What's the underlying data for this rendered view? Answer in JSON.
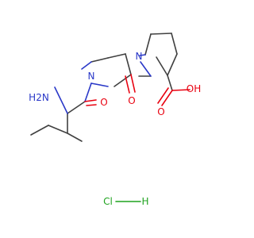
{
  "structure": {
    "atoms": {
      "amine": "H2N",
      "n_left": "N",
      "n_right": "N",
      "o_amide_left": "O",
      "o_amide_right": "O",
      "acid_o_double": "O",
      "acid_oh": "OH",
      "hcl_cl": "Cl",
      "hcl_h": "H"
    },
    "colors": {
      "carbon": "#404040",
      "nitrogen": "#2a38c8",
      "oxygen": "#e8000f",
      "chlorine": "#1fa31f"
    }
  }
}
